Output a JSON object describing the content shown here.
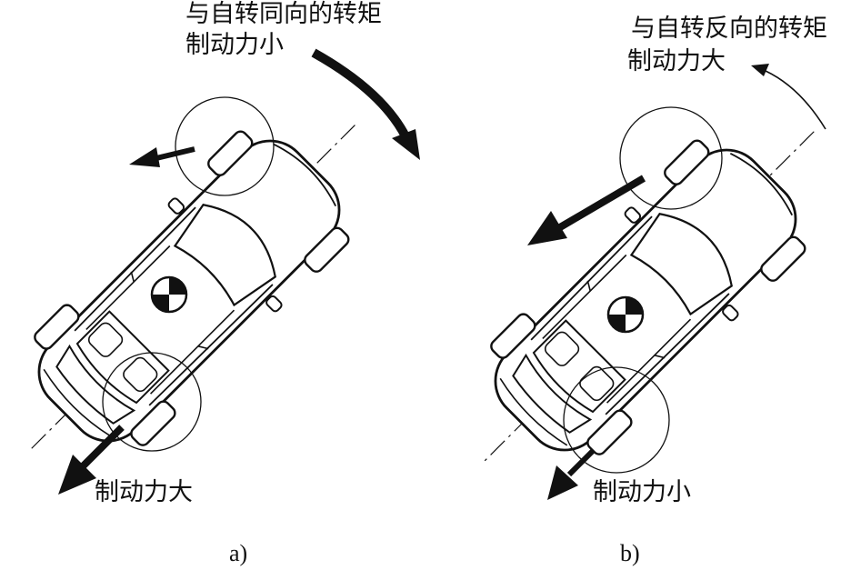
{
  "panel_a": {
    "torque_label_line1": "与自转同向的转矩",
    "torque_label_line2": "制动力小",
    "brake_label": "制动力大",
    "caption": "a)"
  },
  "panel_b": {
    "torque_label_line1": "与自转反向的转矩",
    "torque_label_line2": "制动力大",
    "brake_label": "制动力小",
    "caption": "b)"
  }
}
